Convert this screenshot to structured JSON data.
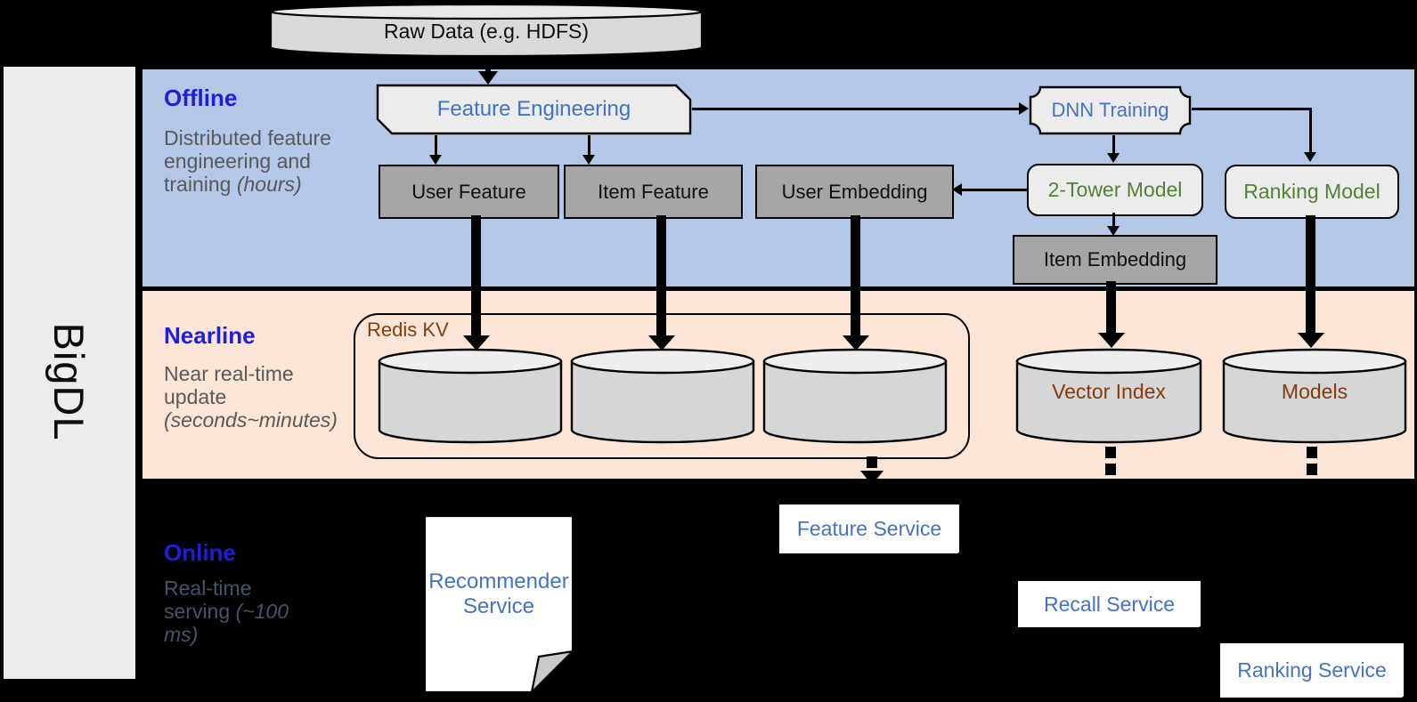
{
  "colors": {
    "band_blue": "#b4c7e7",
    "band_orange": "#fbe5d6",
    "panel_gray": "#ececec",
    "box_gray": "#a6a6a6",
    "box_light": "#ececec",
    "cyl_body": "#d6d6d6",
    "cyl_top": "#eeeeee",
    "raw_body": "#d9d9d9",
    "title_blue": "#1e1edd",
    "text_blue": "#4472c4",
    "text_green": "#548235",
    "text_brown": "#843c0c",
    "desc_gray": "#595959",
    "desc_slate": "#44546a",
    "fold_gray": "#c9c9c9"
  },
  "brand": {
    "label": "BigDL"
  },
  "source": {
    "label": "Raw Data (e.g. HDFS)"
  },
  "offline": {
    "title": "Offline",
    "desc_pre": "Distributed feature engineering and training ",
    "desc_italic": "(hours)",
    "nodes": {
      "feature_engineering": "Feature Engineering",
      "dnn_training": "DNN Training",
      "user_feature": "User Feature",
      "item_feature": "Item Feature",
      "user_embedding": "User Embedding",
      "two_tower_model": "2-Tower Model",
      "ranking_model": "Ranking Model",
      "item_embedding": "Item Embedding"
    }
  },
  "nearline": {
    "title": "Nearline",
    "desc_pre": "Near real-time update ",
    "desc_italic": "(seconds~minutes)",
    "redis_label": "Redis KV",
    "vector_index_label": "Vector Index",
    "models_label": "Models"
  },
  "online": {
    "title": "Online",
    "desc_pre": "Real-time serving ",
    "desc_italic": "(~100 ms)",
    "recommender_service": "Recommender Service",
    "feature_service": "Feature Service",
    "recall_service": "Recall Service",
    "ranking_service": "Ranking Service"
  }
}
